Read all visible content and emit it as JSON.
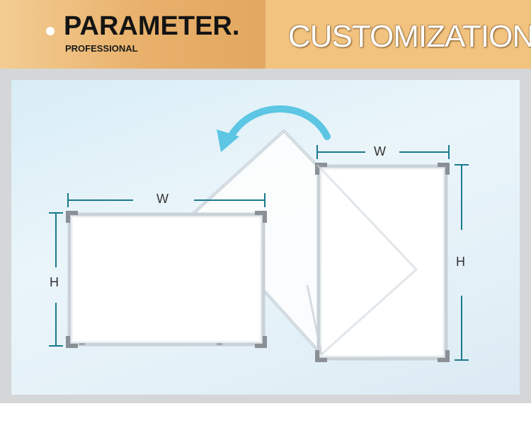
{
  "header": {
    "title": "PARAMETER.",
    "subtitle": "PROFESSIONAL",
    "right_title": "CUSTOMIZATION"
  },
  "diagram": {
    "landscape": {
      "width_label": "W",
      "height_label": "H"
    },
    "portrait": {
      "width_label": "W",
      "height_label": "H"
    },
    "rotation_arrow_icon": "curved-arrow-icon"
  },
  "colors": {
    "header_left": "#e8b06a",
    "header_right": "#f2c27f",
    "arrow": "#5cc6e4",
    "dimension_line": "#1a7a8c",
    "board_frame": "#c9d2d8",
    "board_corner": "#8a9096"
  }
}
